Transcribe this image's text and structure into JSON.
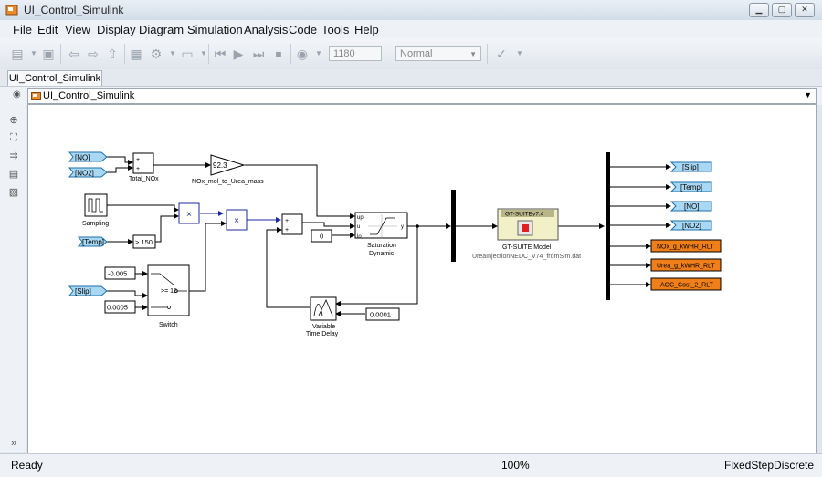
{
  "window": {
    "title": "UI_Control_Simulink"
  },
  "menu": [
    "File",
    "Edit",
    "View",
    "Display",
    "Diagram",
    "Simulation",
    "Analysis",
    "Code",
    "Tools",
    "Help"
  ],
  "toolbar": {
    "stop_time": "1180",
    "sim_mode": "Normal"
  },
  "tab": {
    "label": "UI_Control_Simulink"
  },
  "address": {
    "label": "UI_Control_Simulink"
  },
  "diagram": {
    "from_tags": {
      "no": "[NO]",
      "no2": "[NO2]",
      "temp": "[Temp]",
      "slip": "[Slip]"
    },
    "total_nox": {
      "plus1": "+",
      "plus2": "+",
      "label": "Total_NOx"
    },
    "gain": {
      "value": "92.3",
      "label": "NOx_mol_to_Urea_mass"
    },
    "sampling": {
      "label": "Sampling"
    },
    "compare": {
      "value": "> 150"
    },
    "mult1": {
      "sym": "×"
    },
    "mult2": {
      "sym": "×"
    },
    "sum2": {
      "plus1": "+",
      "plus2": "+"
    },
    "const_zero": {
      "value": "0"
    },
    "saturation": {
      "up": "up",
      "u": "u",
      "lo": "lo",
      "y": "y",
      "label1": "Saturation",
      "label2": "Dynamic"
    },
    "const_neg": {
      "value": "-0.005"
    },
    "const_pos": {
      "value": "0.0005"
    },
    "switch": {
      "cond": ">= 15",
      "label": "Switch"
    },
    "delay": {
      "label1": "Variable",
      "label2": "Time Delay"
    },
    "const_delay": {
      "value": "0.0001"
    },
    "gt": {
      "version": "GT-SUITEv7.4",
      "label": "GT-SUITE Model",
      "file": "UreaInjectionNEDC_V74_fromSim.dat"
    },
    "goto_tags": {
      "slip": "[Slip]",
      "temp": "[Temp]",
      "no": "[NO]",
      "no2": "[NO2]"
    },
    "outports": {
      "nox": "NOx_g_kWHR_RLT",
      "urea": "Urea_g_kWHR_RLT",
      "aoc": "AOC_Cost_2_RLT"
    }
  },
  "status": {
    "left": "Ready",
    "zoom": "100%",
    "solver": "FixedStepDiscrete"
  },
  "colors": {
    "tag_fill": "#a8d8f4",
    "outport_fill": "#f07f1a",
    "gt_fill": "#f1f0c7"
  }
}
